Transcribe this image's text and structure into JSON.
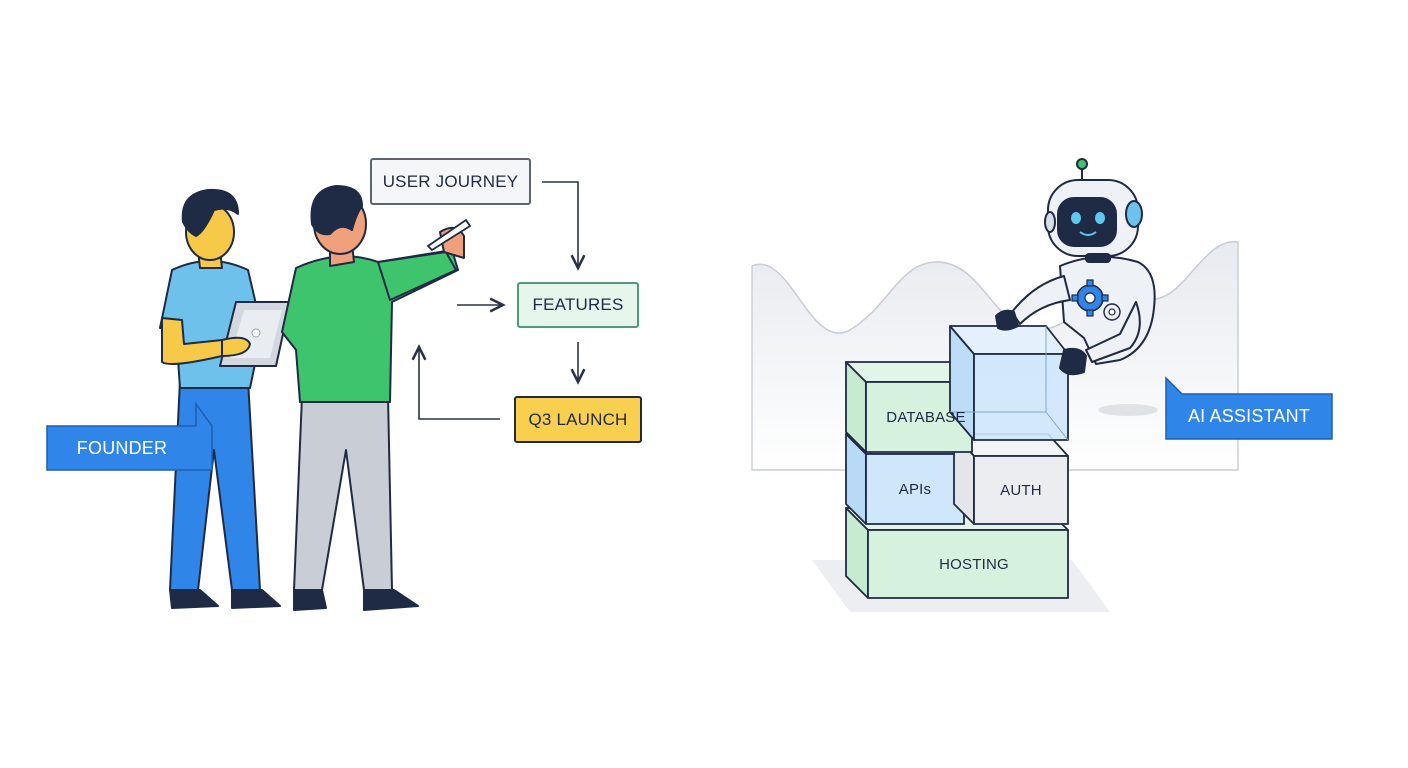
{
  "flow": {
    "user_journey": "USER JOURNEY",
    "features": "FEATURES",
    "q3_launch": "Q3 LAUNCH"
  },
  "tags": {
    "founder": "FOUNDER",
    "ai_assistant": "AI ASSISTANT"
  },
  "stack": {
    "database": "DATABASE",
    "apis": "APIs",
    "auth": "AUTH",
    "hosting": "HOSTING"
  },
  "colors": {
    "tag_blue": "#2f86e8",
    "launch_yellow": "#f9cf4f",
    "feature_mint": "#e6f6ec",
    "block_green": "#d6f2de",
    "block_blue": "#cfe6fb",
    "ink": "#1f2a44"
  },
  "icons": [
    "pen-icon",
    "tablet-icon",
    "gear-icon",
    "antenna-icon"
  ]
}
